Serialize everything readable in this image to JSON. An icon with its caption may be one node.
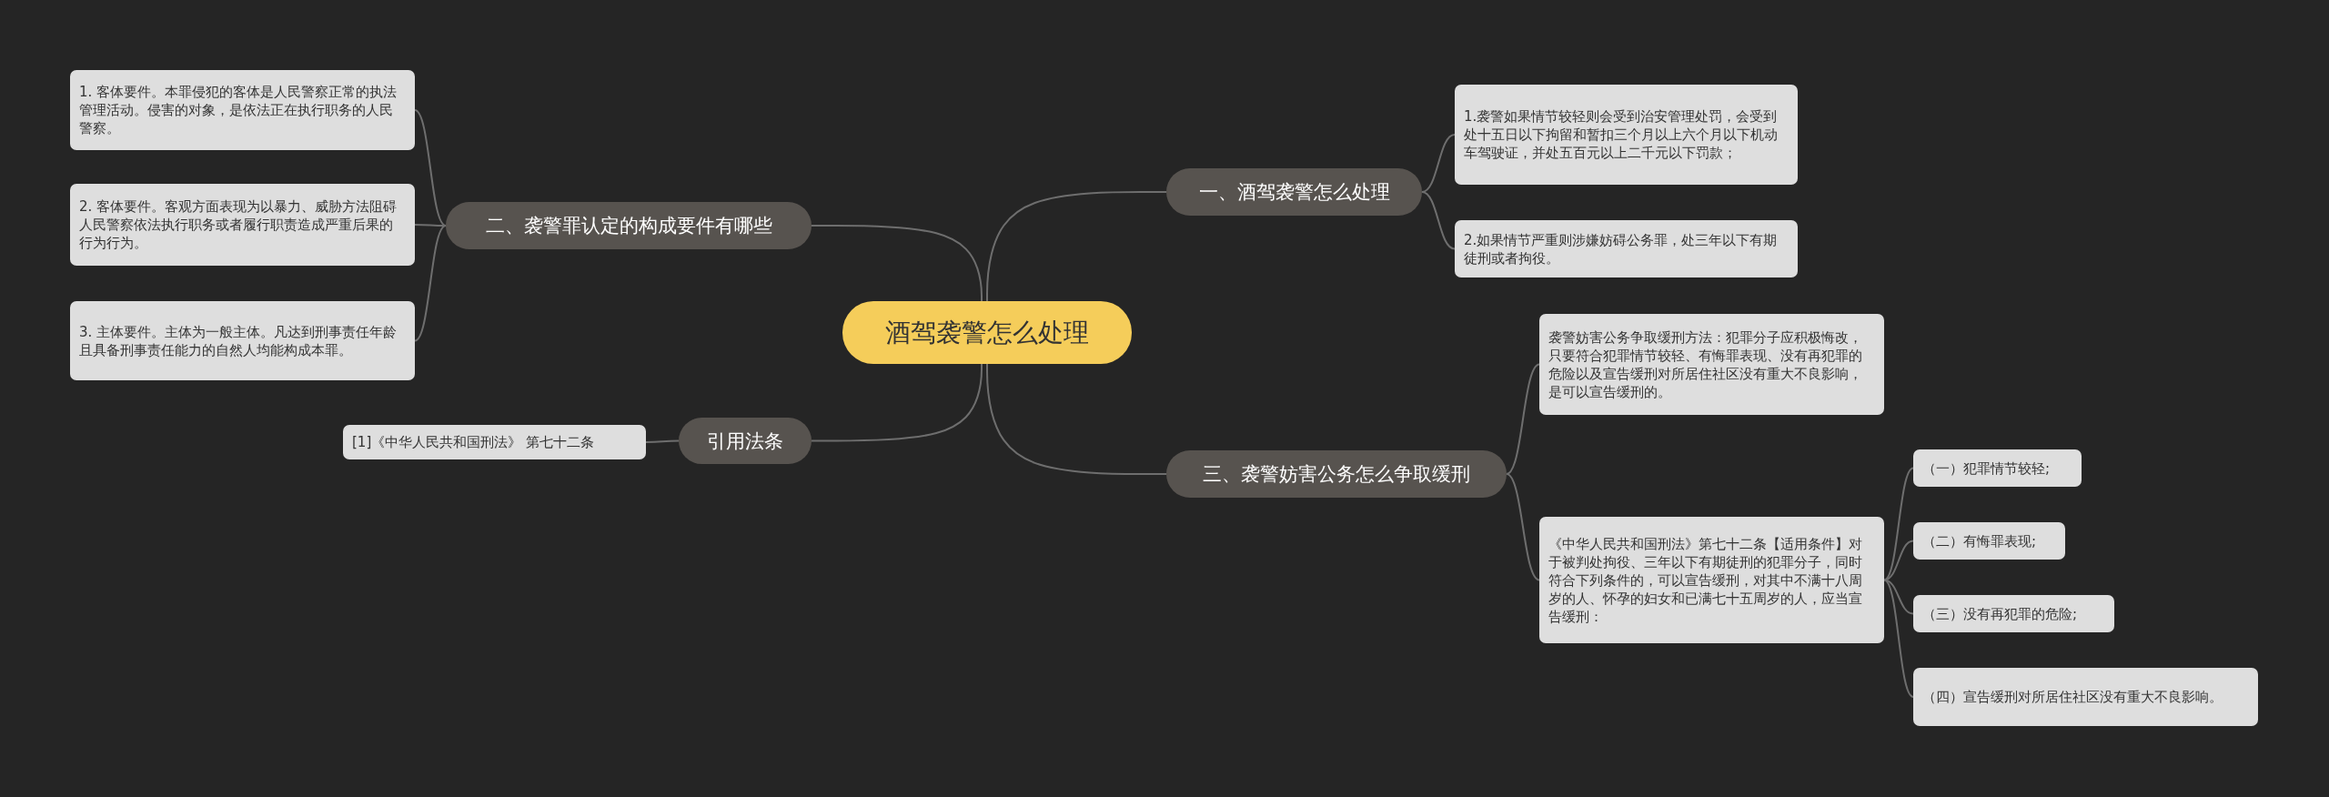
{
  "diagram": {
    "nodes": [
      {
        "text": [
          "酒驾袭警怎么处理"
        ]
      },
      {
        "text": [
          "二、袭警罪认定的构成要件有哪些"
        ]
      },
      {
        "text": [
          "1. 客体要件。本罪侵犯的客体是人民警察正常的执法管理活动。侵害的对象，是依法正在执行职务的人民警察。"
        ]
      },
      {
        "text": [
          "2. 客体要件。客观方面表现为以暴力、威胁方法阻碍人民警察依法执行职务或者履行职责造成严重后果的行为行为。"
        ]
      },
      {
        "text": [
          "3. 主体要件。主体为一般主体。凡达到刑事责任年龄且具备刑事责任能力的自然人均能构成本罪。"
        ]
      },
      {
        "text": [
          "引用法条"
        ]
      },
      {
        "text": [
          "[1]《中华人民共和国刑法》 第七十二条"
        ]
      },
      {
        "text": [
          "一、酒驾袭警怎么处理"
        ]
      },
      {
        "text": [
          "1.袭警如果情节较轻则会受到治安管理处罚，会受到处十五日以下拘留和暂扣三个月以上六个月以下机动车驾驶证，并处五百元以上二千元以下罚款；"
        ]
      },
      {
        "text": [
          "2.如果情节严重则涉嫌妨碍公务罪，处三年以下有期徒刑或者拘役。"
        ]
      },
      {
        "text": [
          "三、袭警妨害公务怎么争取缓刑"
        ]
      },
      {
        "text": [
          "袭警妨害公务争取缓刑方法：犯罪分子应积极悔改，只要符合犯罪情节较轻、有悔罪表现、没有再犯罪的危险以及宣告缓刑对所居住社区没有重大不良影响，是可以宣告缓刑的。"
        ]
      },
      {
        "text": [
          "《中华人民共和国刑法》第七十二条【适用条件】对于被判处拘役、三年以下有期徒刑的犯罪分子，同时符合下列条件的，可以宣告缓刑，对其中不满十八周岁的人、怀孕的妇女和已满七十五周岁的人，应当宣告缓刑："
        ]
      },
      {
        "text": [
          "（一）犯罪情节较轻;"
        ]
      },
      {
        "text": [
          "（二）有悔罪表现;"
        ]
      },
      {
        "text": [
          "（三）没有再犯罪的危险;"
        ]
      },
      {
        "text": [
          "（四）宣告缓刑对所居住社区没有重大不良影响。"
        ]
      }
    ],
    "edges": [
      {
        "from": 0,
        "to": 1,
        "arrow": "none"
      },
      {
        "from": 1,
        "to": 2,
        "arrow": "none"
      },
      {
        "from": 1,
        "to": 3,
        "arrow": "none"
      },
      {
        "from": 1,
        "to": 4,
        "arrow": "none"
      },
      {
        "from": 0,
        "to": 5,
        "arrow": "none"
      },
      {
        "from": 5,
        "to": 6,
        "arrow": "none"
      },
      {
        "from": 0,
        "to": 7,
        "arrow": "none"
      },
      {
        "from": 7,
        "to": 8,
        "arrow": "none"
      },
      {
        "from": 7,
        "to": 9,
        "arrow": "none"
      },
      {
        "from": 0,
        "to": 10,
        "arrow": "none"
      },
      {
        "from": 10,
        "to": 11,
        "arrow": "none"
      },
      {
        "from": 10,
        "to": 12,
        "arrow": "none"
      },
      {
        "from": 12,
        "to": 13,
        "arrow": "none"
      },
      {
        "from": 12,
        "to": 14,
        "arrow": "none"
      },
      {
        "from": 12,
        "to": 15,
        "arrow": "none"
      },
      {
        "from": 12,
        "to": 16,
        "arrow": "none"
      }
    ]
  }
}
